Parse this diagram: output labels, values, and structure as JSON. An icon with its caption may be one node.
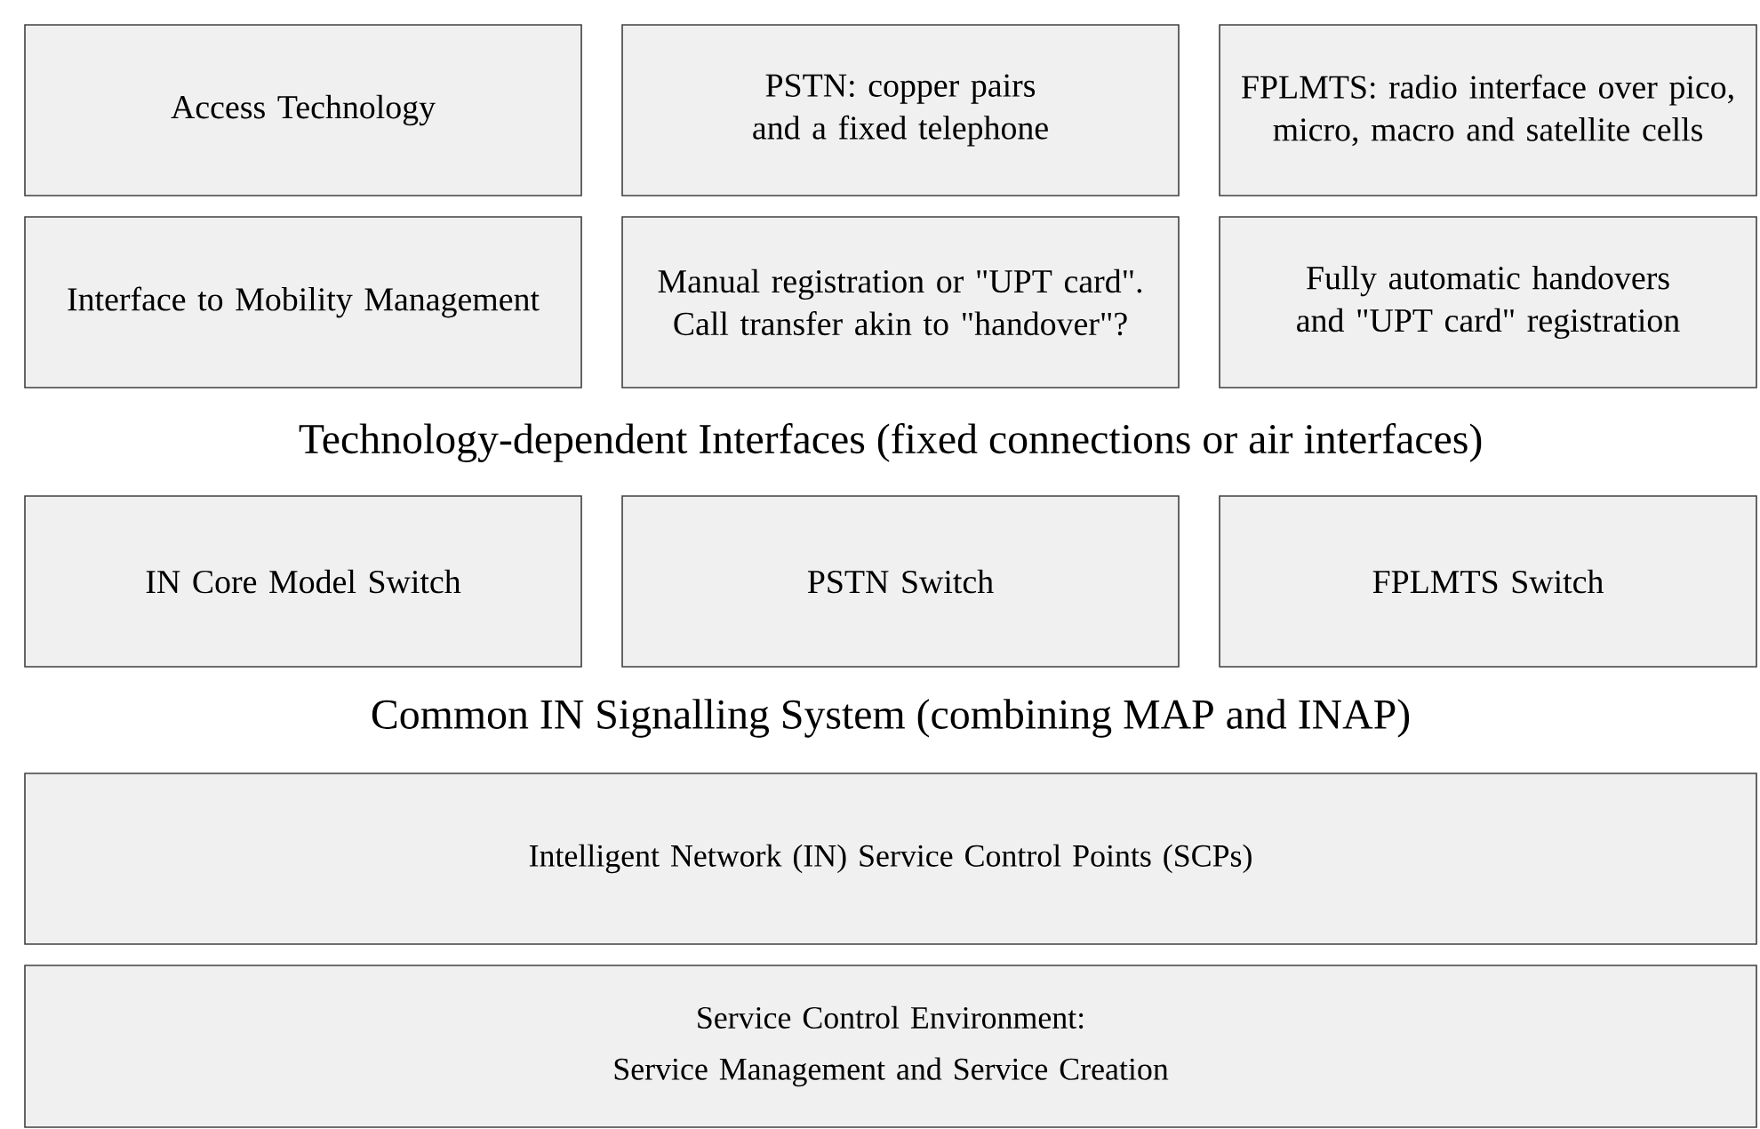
{
  "diagram": {
    "nodes": [
      {
        "text": [
          "Access Technology"
        ]
      },
      {
        "text": [
          "PSTN: copper pairs and a fixed telephone"
        ]
      },
      {
        "text": [
          "FPLMTS: radio interface over pico, micro, macro and satellite cells"
        ]
      },
      {
        "text": [
          "Interface to Mobility Management"
        ]
      },
      {
        "text": [
          "Manual registration or \"UPT card\". Call transfer akin to \"handover\"?"
        ]
      },
      {
        "text": [
          "Fully automatic handovers and \"UPT card\" registration"
        ]
      },
      {
        "text": [
          "IN Core Model Switch"
        ]
      },
      {
        "text": [
          "PSTN Switch"
        ]
      },
      {
        "text": [
          "FPLMTS Switch"
        ]
      },
      {
        "text": [
          "Intelligent Network (IN) Service Control Points (SCPs)"
        ]
      },
      {
        "text": [
          "Service Control Environment:",
          "Service Management and Service Creation"
        ]
      }
    ],
    "labels": [
      "Technology-dependent Interfaces (fixed connections or air interfaces)",
      "Common IN Signalling System (combining MAP and INAP)"
    ]
  }
}
